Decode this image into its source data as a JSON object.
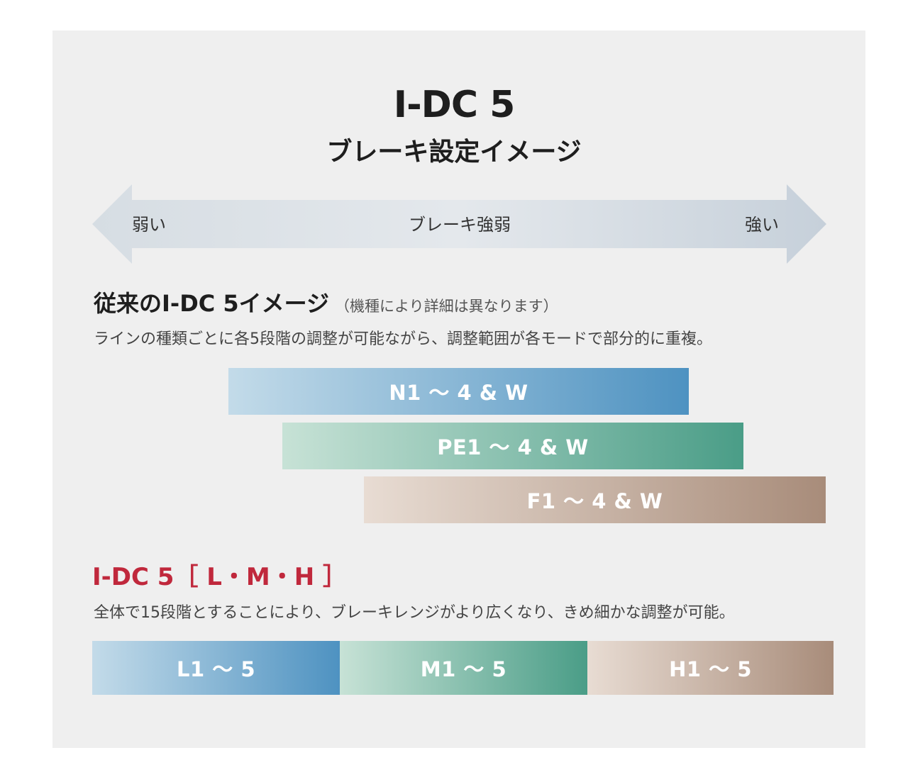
{
  "title": "I-DC 5",
  "subtitle": "ブレーキ設定イメージ",
  "arrow": {
    "left_label": "弱い",
    "center_label": "ブレーキ強弱",
    "right_label": "強い"
  },
  "legacy": {
    "title": "従来のI-DC 5イメージ",
    "note": "（機種により詳細は異なります）",
    "description": "ラインの種類ごとに各5段階の調整が可能ながら、調整範囲が各モードで部分的に重複。",
    "bars": [
      {
        "label": "N1 ～ 4 & W"
      },
      {
        "label": "PE1 ～ 4 & W"
      },
      {
        "label": "F1 ～ 4 & W"
      }
    ]
  },
  "new": {
    "title": "I-DC 5［ L・M・H ］",
    "description": "全体で15段階とすることにより、ブレーキレンジがより広くなり、きめ細かな調整が可能。",
    "bars": [
      {
        "label": "L1 ～ 5"
      },
      {
        "label": "M1 ～ 5"
      },
      {
        "label": "H1 ～ 5"
      }
    ]
  },
  "colors": {
    "accent_red": "#c0283c",
    "blue": "#4e92c1",
    "green": "#4a9d87",
    "brown": "#a88c7a",
    "panel_bg": "#efefef"
  }
}
